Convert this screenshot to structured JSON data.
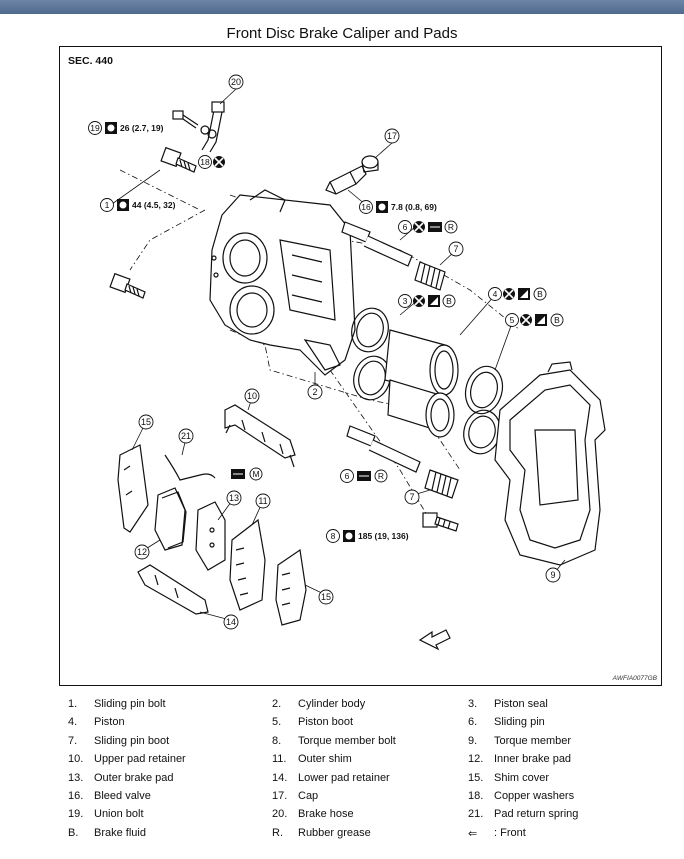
{
  "title": "Front Disc Brake Caliper and Pads",
  "section": "SEC. 440",
  "figure_code": "AWFIA0077GB",
  "callouts": {
    "c19": {
      "num": "19",
      "spec": "26 (2.7, 19)"
    },
    "c1": {
      "num": "1",
      "spec": "44 (4.5, 32)"
    },
    "c16": {
      "num": "16",
      "spec": "7.8 (0.8, 69)"
    },
    "c8": {
      "num": "8",
      "spec": "185 (19, 136)"
    },
    "c6a": {
      "num": "6",
      "letter": "R"
    },
    "c6b": {
      "num": "6",
      "letter": "R"
    },
    "c3": {
      "num": "3",
      "letter": "B"
    },
    "c4": {
      "num": "4",
      "letter": "B"
    },
    "c5": {
      "num": "5",
      "letter": "B"
    },
    "c18": {
      "num": "18"
    },
    "cM": {
      "letter": "M"
    },
    "n2": "2",
    "n7a": "7",
    "n7b": "7",
    "n9": "9",
    "n10": "10",
    "n11": "11",
    "n12": "12",
    "n13": "13",
    "n14": "14",
    "n15a": "15",
    "n15b": "15",
    "n17": "17",
    "n20": "20",
    "n21": "21"
  },
  "legend": [
    {
      "num": "1.",
      "label": "Sliding pin bolt"
    },
    {
      "num": "2.",
      "label": "Cylinder body"
    },
    {
      "num": "3.",
      "label": "Piston seal"
    },
    {
      "num": "4.",
      "label": "Piston"
    },
    {
      "num": "5.",
      "label": "Piston boot"
    },
    {
      "num": "6.",
      "label": "Sliding pin"
    },
    {
      "num": "7.",
      "label": "Sliding pin boot"
    },
    {
      "num": "8.",
      "label": "Torque member bolt"
    },
    {
      "num": "9.",
      "label": "Torque member"
    },
    {
      "num": "10.",
      "label": "Upper pad retainer"
    },
    {
      "num": "11.",
      "label": "Outer shim"
    },
    {
      "num": "12.",
      "label": "Inner brake pad"
    },
    {
      "num": "13.",
      "label": "Outer brake pad"
    },
    {
      "num": "14.",
      "label": "Lower pad retainer"
    },
    {
      "num": "15.",
      "label": "Shim cover"
    },
    {
      "num": "16.",
      "label": "Bleed valve"
    },
    {
      "num": "17.",
      "label": "Cap"
    },
    {
      "num": "18.",
      "label": "Copper washers"
    },
    {
      "num": "19.",
      "label": "Union bolt"
    },
    {
      "num": "20.",
      "label": "Brake hose"
    },
    {
      "num": "21.",
      "label": "Pad return spring"
    },
    {
      "num": "B.",
      "label": "Brake fluid"
    },
    {
      "num": "R.",
      "label": "Rubber grease"
    },
    {
      "num": "⇐",
      "label": ": Front"
    }
  ]
}
